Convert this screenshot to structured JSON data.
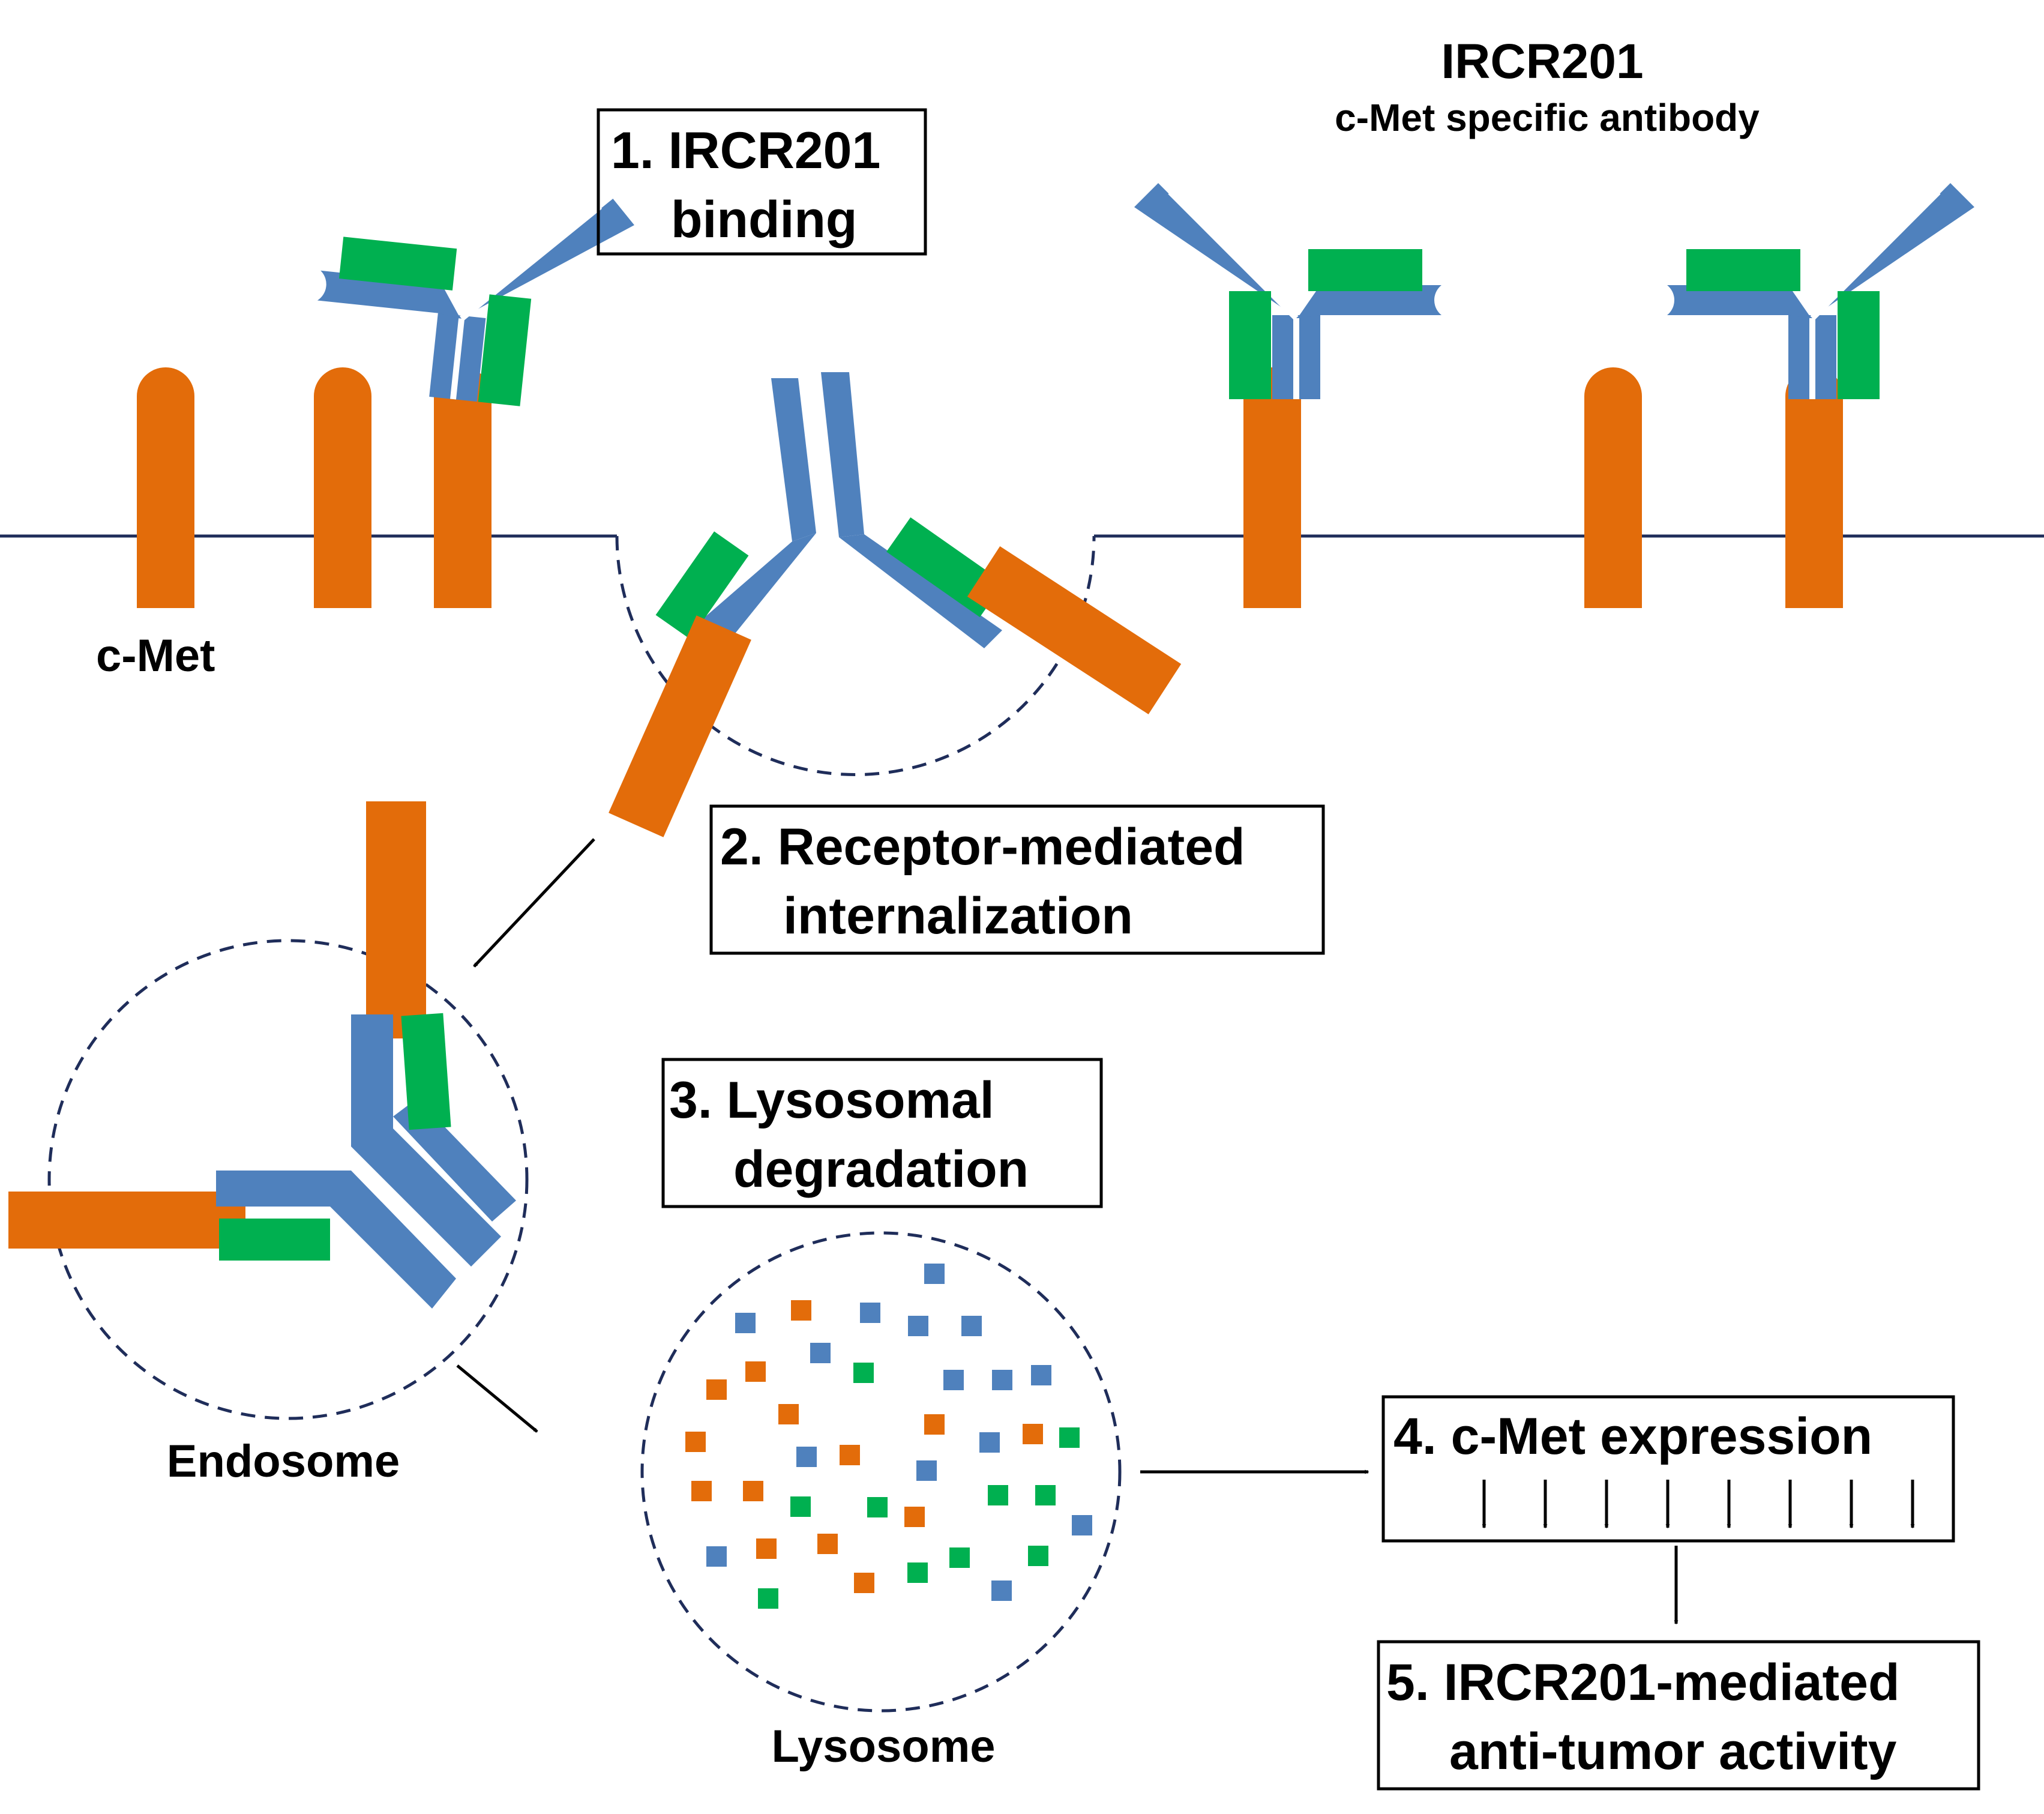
{
  "labels": {
    "step1_line1": "1. IRCR201",
    "step1_line2": "binding",
    "antibody_title": "IRCR201",
    "antibody_subtitle": "c-Met specific antibody",
    "cmet": "c-Met",
    "step2_line1": "2. Receptor-mediated",
    "step2_line2": "internalization",
    "step3_line1": "3. Lysosomal",
    "step3_line2": "degradation",
    "endosome": "Endosome",
    "lysosome": "Lysosome",
    "step4": "4. c-Met expression",
    "step5_line1": "5. IRCR201-mediated",
    "step5_line2": "anti-tumor activity"
  },
  "colors": {
    "receptor": "#E36C0A",
    "antibody_heavy": "#4F81BD",
    "antibody_light": "#00B050",
    "membrane": "#1F2D5A",
    "text": "#000000"
  },
  "icons": [
    "down-arrow-icon",
    "right-arrow-icon"
  ]
}
